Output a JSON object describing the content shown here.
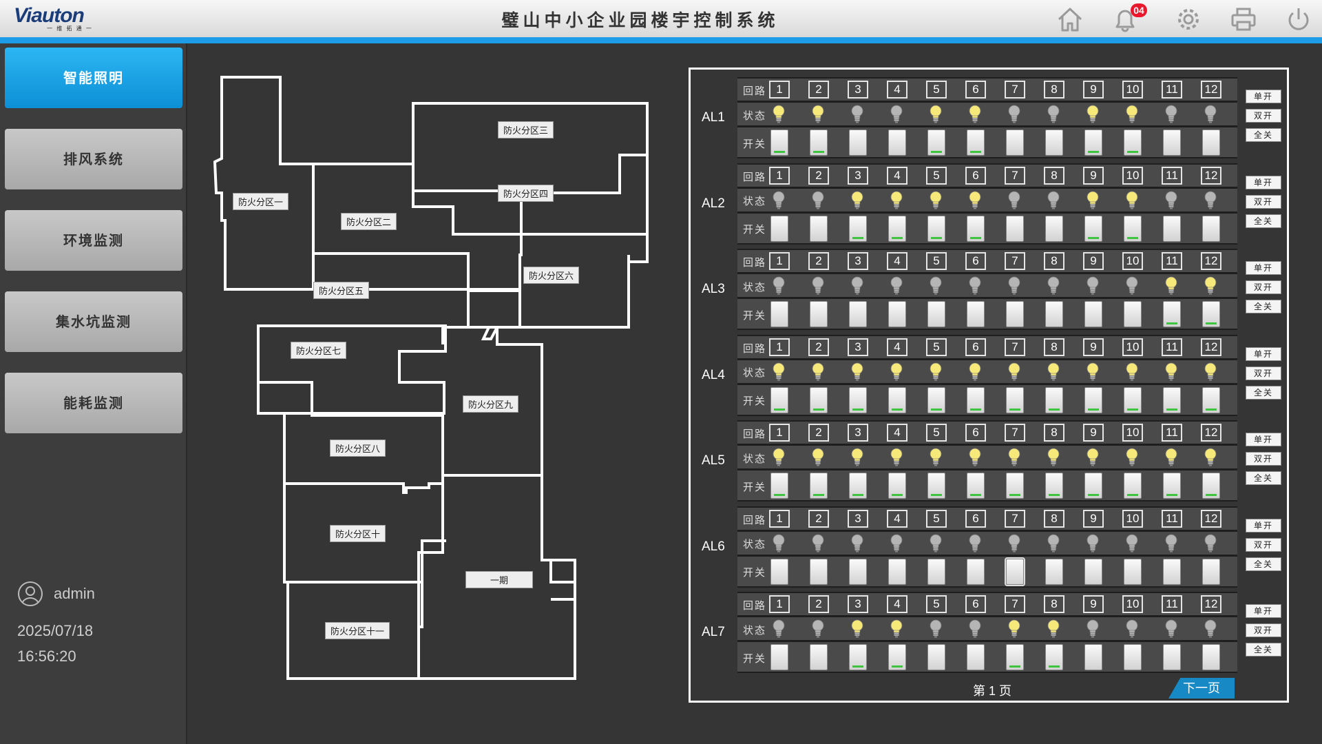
{
  "header": {
    "logo_text": "Viauton",
    "logo_sub": "一 维 拓 通 一",
    "title": "璧山中小企业园楼宇控制系统",
    "notification_count": "04",
    "icons": [
      "home-icon",
      "bell-icon",
      "gear-icon",
      "printer-icon",
      "power-icon"
    ],
    "accent_color": "#1d9de8"
  },
  "sidebar": {
    "items": [
      {
        "label": "智能照明",
        "active": true
      },
      {
        "label": "排风系统",
        "active": false
      },
      {
        "label": "环境监测",
        "active": false
      },
      {
        "label": "集水坑监测",
        "active": false
      },
      {
        "label": "能耗监测",
        "active": false
      }
    ],
    "user": "admin",
    "date": "2025/07/18",
    "time": "16:56:20"
  },
  "map": {
    "zones": [
      "防火分区一",
      "防火分区二",
      "防火分区三",
      "防火分区四",
      "防火分区五",
      "防火分区六",
      "防火分区七",
      "防火分区八",
      "防火分区九",
      "防火分区十",
      "防火分区十一",
      "一期"
    ]
  },
  "panel": {
    "row_labels": {
      "circuit": "回路",
      "status": "状态",
      "switch": "开关"
    },
    "circuits": [
      "1",
      "2",
      "3",
      "4",
      "5",
      "6",
      "7",
      "8",
      "9",
      "10",
      "11",
      "12"
    ],
    "button_labels": [
      "单开",
      "双开",
      "全关"
    ],
    "groups": [
      {
        "name": "AL1",
        "status": [
          1,
          1,
          0,
          0,
          1,
          1,
          0,
          0,
          1,
          1,
          0,
          0
        ],
        "switch": [
          1,
          1,
          0,
          0,
          1,
          1,
          0,
          0,
          1,
          1,
          0,
          0
        ]
      },
      {
        "name": "AL2",
        "status": [
          0,
          0,
          1,
          1,
          1,
          1,
          0,
          0,
          1,
          1,
          0,
          0
        ],
        "switch": [
          0,
          0,
          1,
          1,
          1,
          1,
          0,
          0,
          1,
          1,
          0,
          0
        ]
      },
      {
        "name": "AL3",
        "status": [
          0,
          0,
          0,
          0,
          0,
          0,
          0,
          0,
          0,
          0,
          1,
          1
        ],
        "switch": [
          0,
          0,
          0,
          0,
          0,
          0,
          0,
          0,
          0,
          0,
          1,
          1
        ]
      },
      {
        "name": "AL4",
        "status": [
          1,
          1,
          1,
          1,
          1,
          1,
          1,
          1,
          1,
          1,
          1,
          1
        ],
        "switch": [
          1,
          1,
          1,
          1,
          1,
          1,
          1,
          1,
          1,
          1,
          1,
          1
        ]
      },
      {
        "name": "AL5",
        "status": [
          1,
          1,
          1,
          1,
          1,
          1,
          1,
          1,
          1,
          1,
          1,
          1
        ],
        "switch": [
          1,
          1,
          1,
          1,
          1,
          1,
          1,
          1,
          1,
          1,
          1,
          1
        ]
      },
      {
        "name": "AL6",
        "status": [
          0,
          0,
          0,
          0,
          0,
          0,
          0,
          0,
          0,
          0,
          0,
          0
        ],
        "switch": [
          0,
          0,
          0,
          0,
          0,
          0,
          0,
          0,
          0,
          0,
          0,
          0
        ]
      },
      {
        "name": "AL7",
        "status": [
          0,
          0,
          1,
          1,
          0,
          0,
          1,
          1,
          0,
          0,
          0,
          0
        ],
        "switch": [
          0,
          0,
          1,
          1,
          0,
          0,
          1,
          1,
          0,
          0,
          0,
          0
        ]
      }
    ],
    "page_label": "第 1 页",
    "next_label": "下一页",
    "on_color": "#f6e97a",
    "off_color": "#b5b5b5",
    "indicator_color": "#3ec43e"
  }
}
